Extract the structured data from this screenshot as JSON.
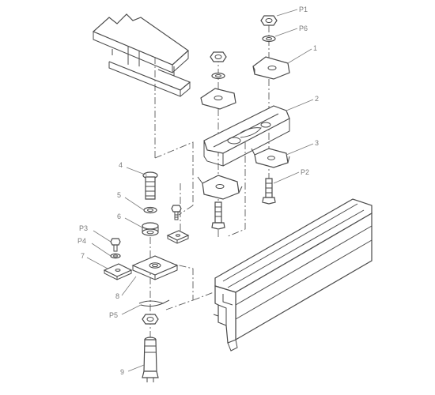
{
  "diagram": {
    "callouts": {
      "p1": "P1",
      "p6": "P6",
      "c1": "1",
      "c2": "2",
      "c3": "3",
      "p2": "P2",
      "c4": "4",
      "c5": "5",
      "c6": "6",
      "p3": "P3",
      "p4": "P4",
      "c7": "7",
      "c8": "8",
      "p5": "P5",
      "c9": "9"
    }
  }
}
